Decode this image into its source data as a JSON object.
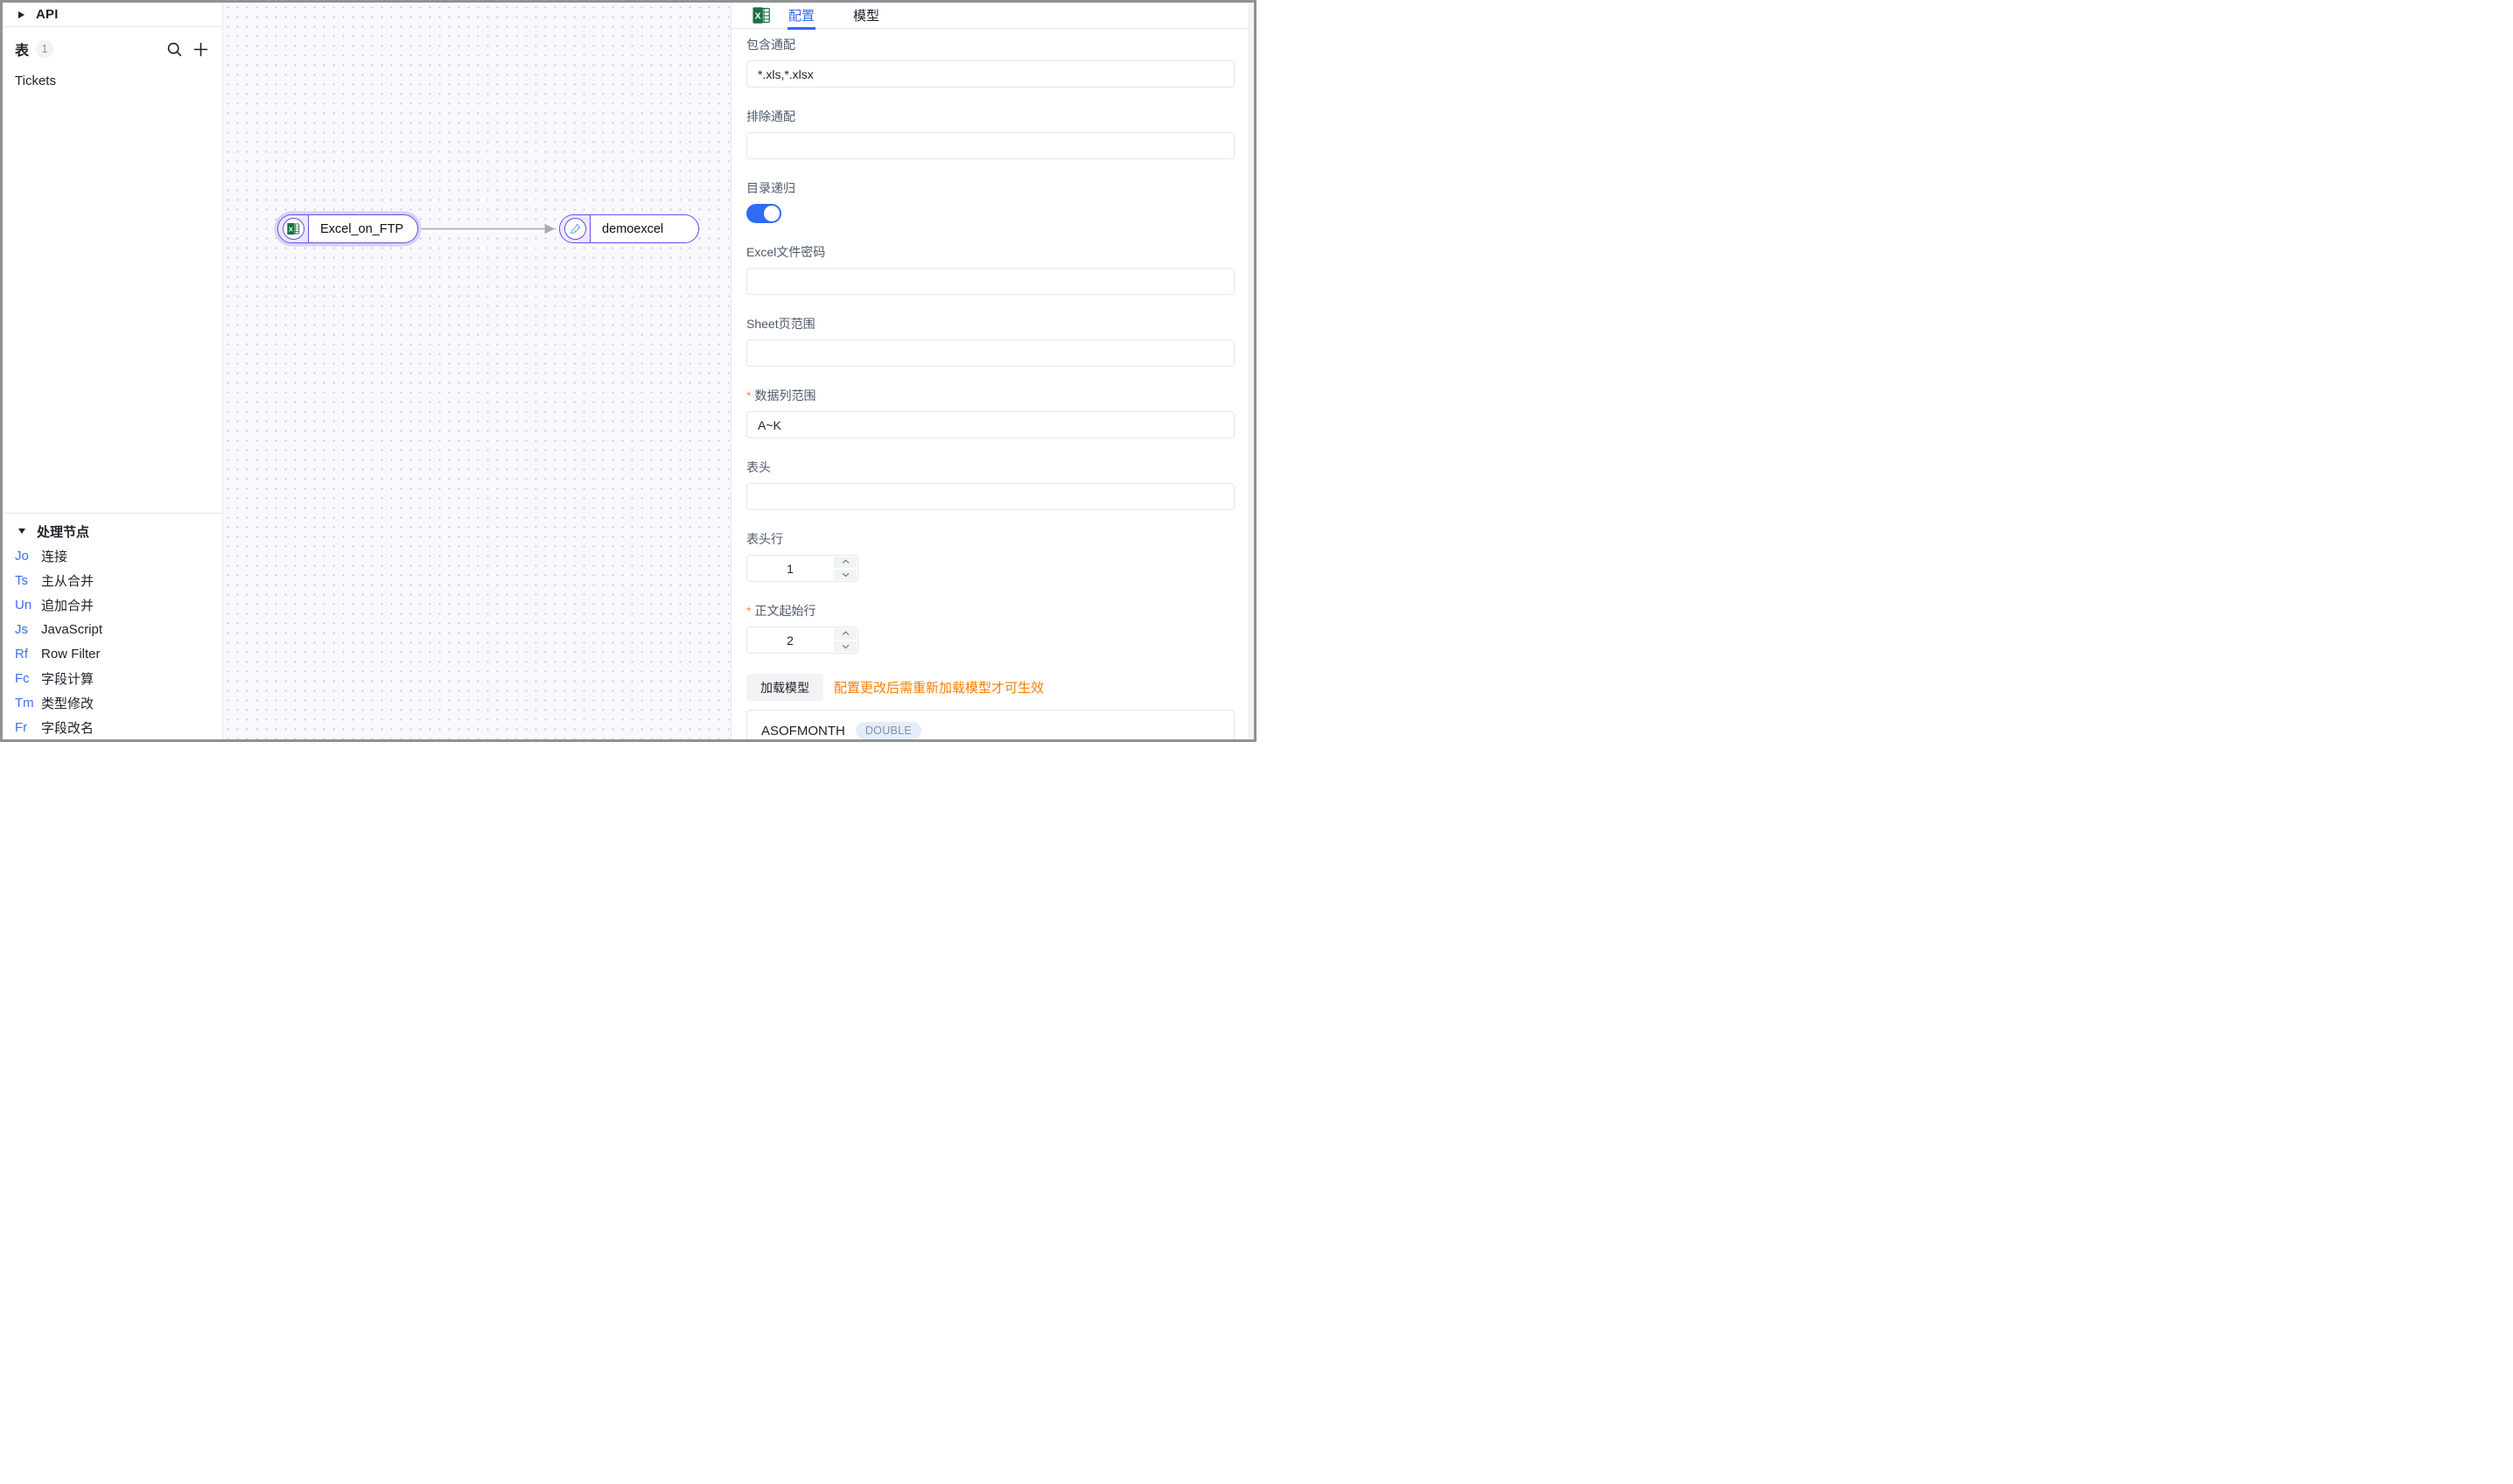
{
  "sidebar": {
    "api_label": "API",
    "tables_label": "表",
    "tables_count": "1",
    "table_items": [
      {
        "name": "Tickets"
      }
    ],
    "nodes_header": "处理节点",
    "node_items": [
      {
        "prefix": "Jo",
        "label": "连接"
      },
      {
        "prefix": "Ts",
        "label": "主从合并"
      },
      {
        "prefix": "Un",
        "label": "追加合并"
      },
      {
        "prefix": "Js",
        "label": "JavaScript"
      },
      {
        "prefix": "Rf",
        "label": "Row Filter"
      },
      {
        "prefix": "Fc",
        "label": "字段计算"
      },
      {
        "prefix": "Tm",
        "label": "类型修改"
      },
      {
        "prefix": "Fr",
        "label": "字段改名"
      }
    ]
  },
  "canvas": {
    "nodes": [
      {
        "label": "Excel_on_FTP",
        "icon": "excel-icon",
        "selected": true
      },
      {
        "label": "demoexcel",
        "icon": "mysql-dolphin-icon",
        "selected": false
      }
    ]
  },
  "panel": {
    "tabs": [
      {
        "label": "配置",
        "active": true
      },
      {
        "label": "模型",
        "active": false
      }
    ],
    "required_marker": "*",
    "fields": {
      "include_pattern": {
        "label": "包含通配",
        "value": "*.xls,*.xlsx"
      },
      "exclude_pattern": {
        "label": "排除通配",
        "value": ""
      },
      "dir_recursive": {
        "label": "目录递归",
        "state": "on"
      },
      "excel_password": {
        "label": "Excel文件密码",
        "value": ""
      },
      "sheet_range": {
        "label": "Sheet页范围",
        "value": ""
      },
      "data_col_range": {
        "label": "数据列范围",
        "value": "A~K"
      },
      "header": {
        "label": "表头",
        "value": ""
      },
      "header_row": {
        "label": "表头行",
        "value": "1"
      },
      "body_start_row": {
        "label": "正文起始行",
        "value": "2"
      }
    },
    "load_model_button": "加载模型",
    "load_model_warning": "配置更改后需重新加载模型才可生效",
    "model_fields": [
      {
        "name": "ASOFMONTH",
        "type": "DOUBLE"
      }
    ]
  },
  "colors": {
    "accent_blue": "#2e6bf6",
    "node_purple": "#6c4be3",
    "warning_orange": "#ff7d00",
    "required_orange": "#f98b54",
    "excel_green": "#1d6f42",
    "dolphin_blue": "#6fa3d6"
  }
}
